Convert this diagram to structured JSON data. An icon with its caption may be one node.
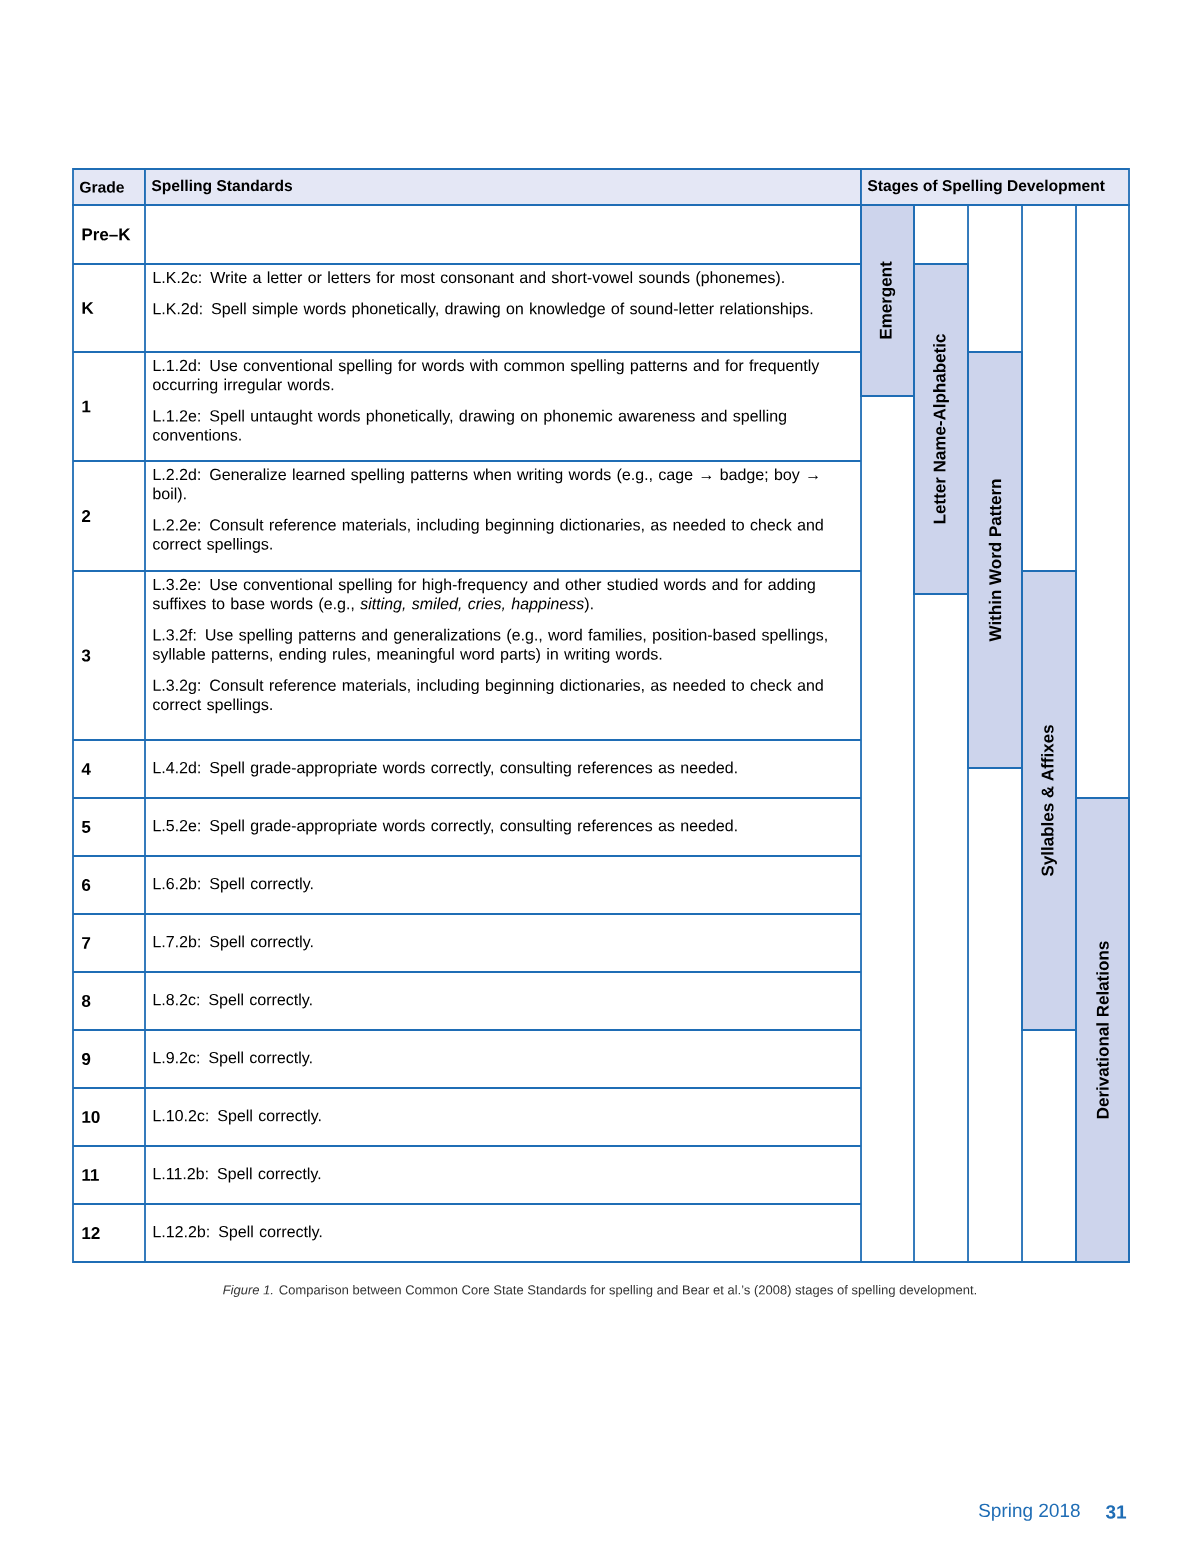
{
  "diagram": {
    "caption": "*Figure 1.* Comparison between Common Core State Standards for spelling and Bear et al.’s (2008) stages of spelling development.",
    "nodes": [
      {
        "text": [
          "Emergent"
        ]
      },
      {
        "text": [
          "Letter Name-Alphabetic"
        ]
      },
      {
        "text": [
          "Within Word Pattern"
        ]
      },
      {
        "text": [
          "Syllables & Affixes"
        ]
      },
      {
        "text": [
          "Derivational Relations"
        ]
      }
    ],
    "edges": [],
    "labels": [
      "Grade",
      "Spelling Standards",
      "Stages of Spelling Development",
      "Pre–K",
      "K",
      "L.K.2c: Write a letter or letters for most consonant and short-vowel sounds (phonemes).",
      "L.K.2d: Spell simple words phonetically, drawing on knowledge of sound-letter relationships.",
      "1",
      "L.1.2d: Use conventional spelling for words with common spelling patterns and for frequently occurring irregular words.",
      "L.1.2e: Spell untaught words phonetically, drawing on phonemic awareness and spelling conventions.",
      "2",
      "L.2.2d: Generalize learned spelling patterns when writing words (e.g., cage → badge; boy → boil).",
      "L.2.2e: Consult reference materials, including beginning dictionaries, as needed to check and correct spellings.",
      "3",
      "L.3.2e: Use conventional spelling for high-frequency and other studied words and for adding suffixes to base words (e.g., *sitting, smiled, cries, happiness*).",
      "L.3.2f: Use spelling patterns and generalizations (e.g., word families, position-based spellings, syllable patterns, ending rules, meaningful word parts) in writing words.",
      "L.3.2g: Consult reference materials, including beginning dictionaries, as needed to check and correct spellings.",
      "4",
      "L.4.2d: Spell grade-appropriate words correctly, consulting references as needed.",
      "5",
      "L.5.2e: Spell grade-appropriate words correctly, consulting references as needed.",
      "6",
      "L.6.2b: Spell correctly.",
      "7",
      "L.7.2b: Spell correctly.",
      "8",
      "L.8.2c: Spell correctly.",
      "9",
      "L.9.2c: Spell correctly.",
      "10",
      "L.10.2c: Spell correctly.",
      "11",
      "L.11.2b: Spell correctly.",
      "12",
      "L.12.2b: Spell correctly.",
      "Spring 2018",
      "31"
    ]
  }
}
